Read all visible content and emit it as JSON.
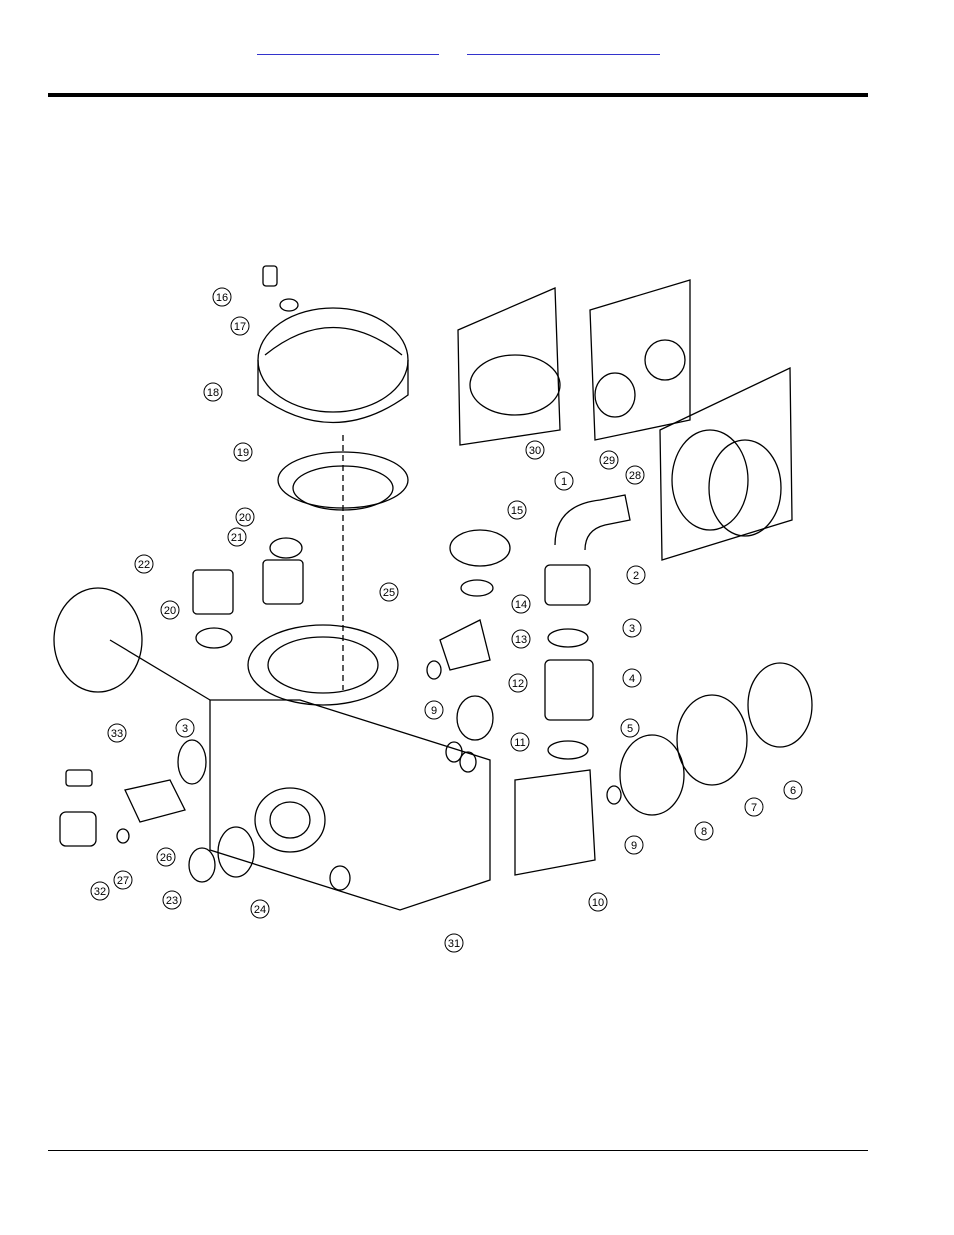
{
  "header": {
    "links": [
      "",
      ""
    ]
  },
  "diagram": {
    "callouts": [
      "1",
      "2",
      "3",
      "4",
      "5",
      "6",
      "7",
      "8",
      "9",
      "10",
      "11",
      "12",
      "13",
      "14",
      "15",
      "16",
      "17",
      "18",
      "19",
      "20",
      "21",
      "22",
      "23",
      "24",
      "25",
      "26",
      "27",
      "28",
      "29",
      "30",
      "31",
      "32",
      "33"
    ]
  }
}
